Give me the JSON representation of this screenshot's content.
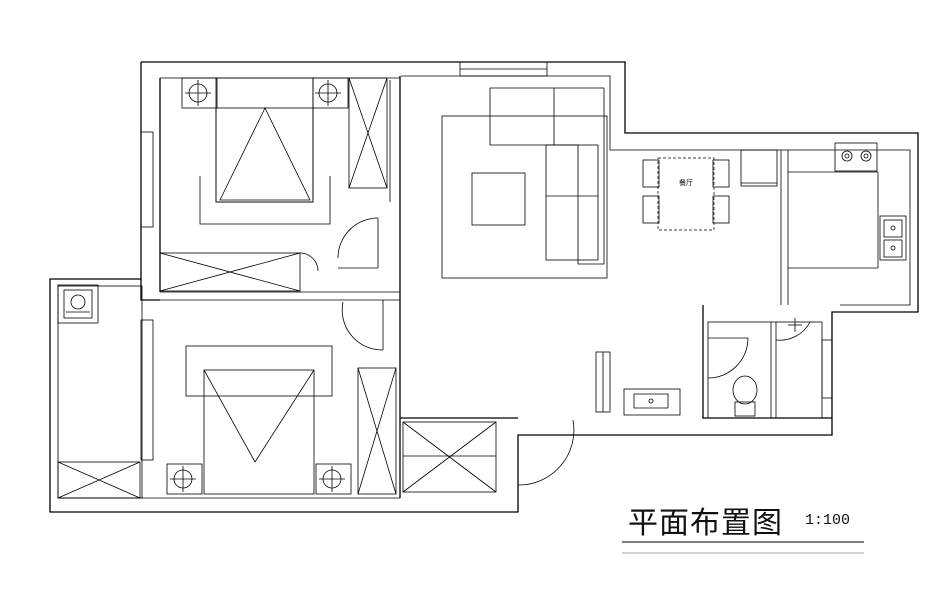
{
  "plan": {
    "title": "平面布置图",
    "scale": "1:100",
    "dining_label": "餐厅"
  }
}
